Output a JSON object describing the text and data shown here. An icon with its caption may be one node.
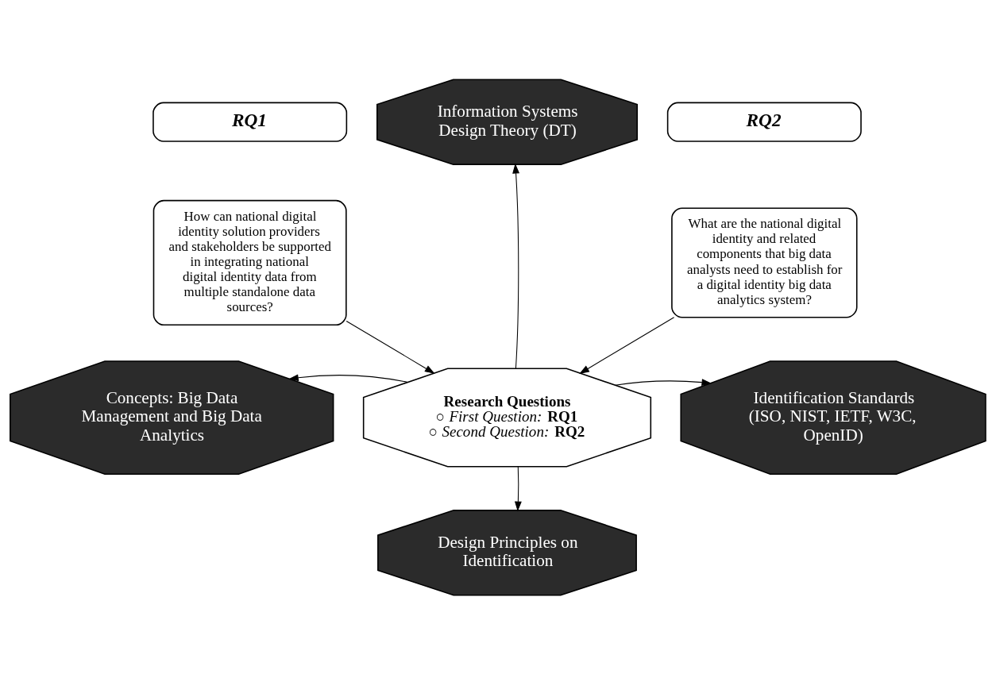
{
  "diagram": {
    "nodes": [
      {
        "text": [
          "RQ1"
        ]
      },
      {
        "text": [
          "How can national digital identity solution providers and stakeholders be supported in integrating national digital identity data from multiple standalone data sources?"
        ]
      },
      {
        "text": [
          "RQ2"
        ]
      },
      {
        "text": [
          "What are the national digital identity and related components that big data analysts need to establish for a digital identity big data analytics system?"
        ]
      },
      {
        "text": [
          "Information Systems Design Theory (DT)"
        ]
      },
      {
        "text": [
          "Concepts: Big Data Management and Big Data Analytics"
        ]
      },
      {
        "text": [
          "**Research Questions**",
          "○ *First Question:* **RQ1**",
          "○ *Second Question:* **RQ2**"
        ]
      },
      {
        "text": [
          "Identification Standards (ISO, NIST, IETF, W3C, OpenID)"
        ]
      },
      {
        "text": [
          "Design Principles on Identification"
        ]
      }
    ],
    "edges": [
      {
        "from": 6,
        "to": 4,
        "arrow": "to"
      },
      {
        "from": 6,
        "to": 5,
        "arrow": "to"
      },
      {
        "from": 6,
        "to": 7,
        "arrow": "to"
      },
      {
        "from": 6,
        "to": 8,
        "arrow": "to"
      },
      {
        "from": 1,
        "to": 6,
        "arrow": "to"
      },
      {
        "from": 3,
        "to": 6,
        "arrow": "to"
      }
    ]
  }
}
